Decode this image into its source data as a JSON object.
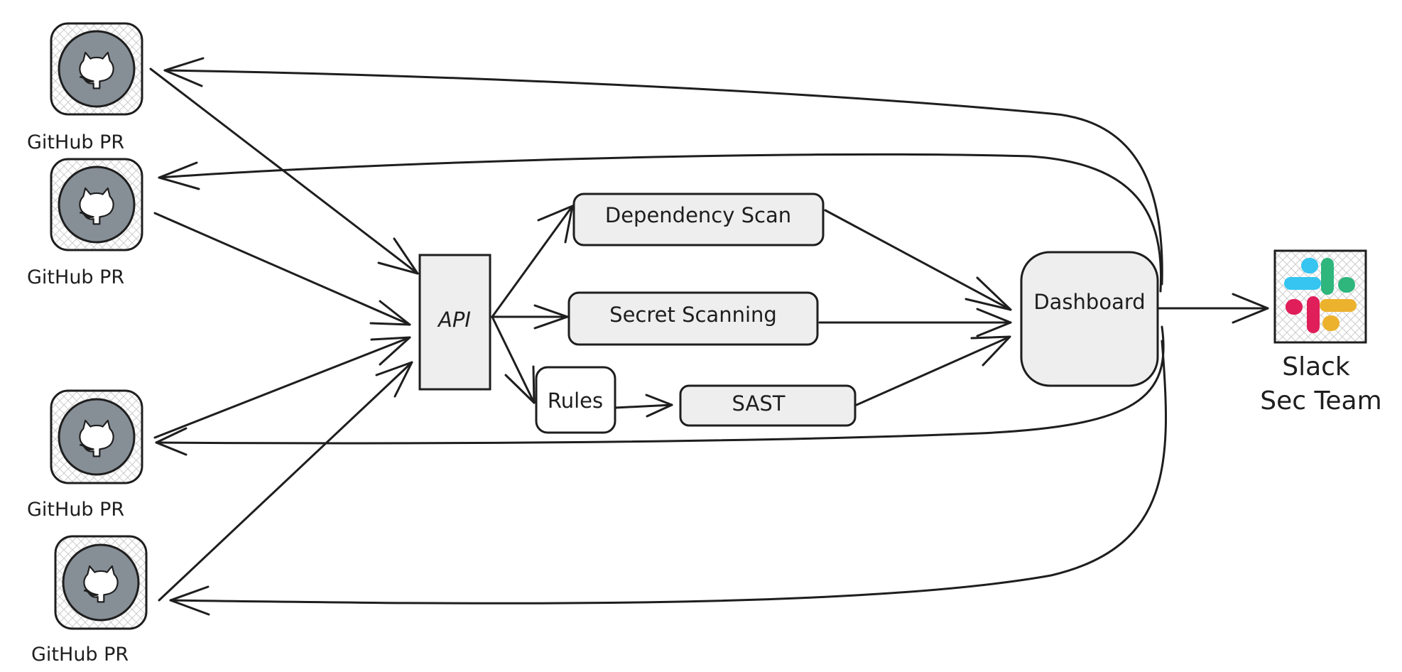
{
  "diagram": {
    "colors": {
      "stroke": "#1e1e1e",
      "box_fill": "#eeeeee",
      "white_fill": "#ffffff",
      "github_circle": "#868e96",
      "hatch": "#cccccc",
      "slack_blue": "#36c5f0",
      "slack_green": "#2eb67d",
      "slack_red": "#e01e5a",
      "slack_yellow": "#ecb22e"
    },
    "nodes": {
      "github_1": {
        "label": "GitHub PR",
        "icon": "github-icon"
      },
      "github_2": {
        "label": "GitHub PR",
        "icon": "github-icon"
      },
      "github_3": {
        "label": "GitHub PR",
        "icon": "github-icon"
      },
      "github_4": {
        "label": "GitHub PR",
        "icon": "github-icon"
      },
      "api": {
        "label": "API"
      },
      "dependency_scan": {
        "label": "Dependency Scan"
      },
      "secret_scanning": {
        "label": "Secret Scanning"
      },
      "rules": {
        "label": "Rules"
      },
      "sast": {
        "label": "SAST"
      },
      "dashboard": {
        "label": "Dashboard"
      },
      "slack": {
        "label_line1": "Slack",
        "label_line2": "Sec Team",
        "icon": "slack-icon"
      }
    },
    "edges": [
      {
        "from": "github_1",
        "to": "api"
      },
      {
        "from": "github_2",
        "to": "api"
      },
      {
        "from": "github_3",
        "to": "api"
      },
      {
        "from": "github_4",
        "to": "api"
      },
      {
        "from": "api",
        "to": "dependency_scan"
      },
      {
        "from": "api",
        "to": "secret_scanning"
      },
      {
        "from": "api",
        "to": "rules"
      },
      {
        "from": "rules",
        "to": "sast"
      },
      {
        "from": "dependency_scan",
        "to": "dashboard"
      },
      {
        "from": "secret_scanning",
        "to": "dashboard"
      },
      {
        "from": "sast",
        "to": "dashboard"
      },
      {
        "from": "dashboard",
        "to": "slack"
      },
      {
        "from": "dashboard",
        "to": "github_1"
      },
      {
        "from": "dashboard",
        "to": "github_2"
      },
      {
        "from": "dashboard",
        "to": "github_3"
      },
      {
        "from": "dashboard",
        "to": "github_4"
      }
    ]
  }
}
